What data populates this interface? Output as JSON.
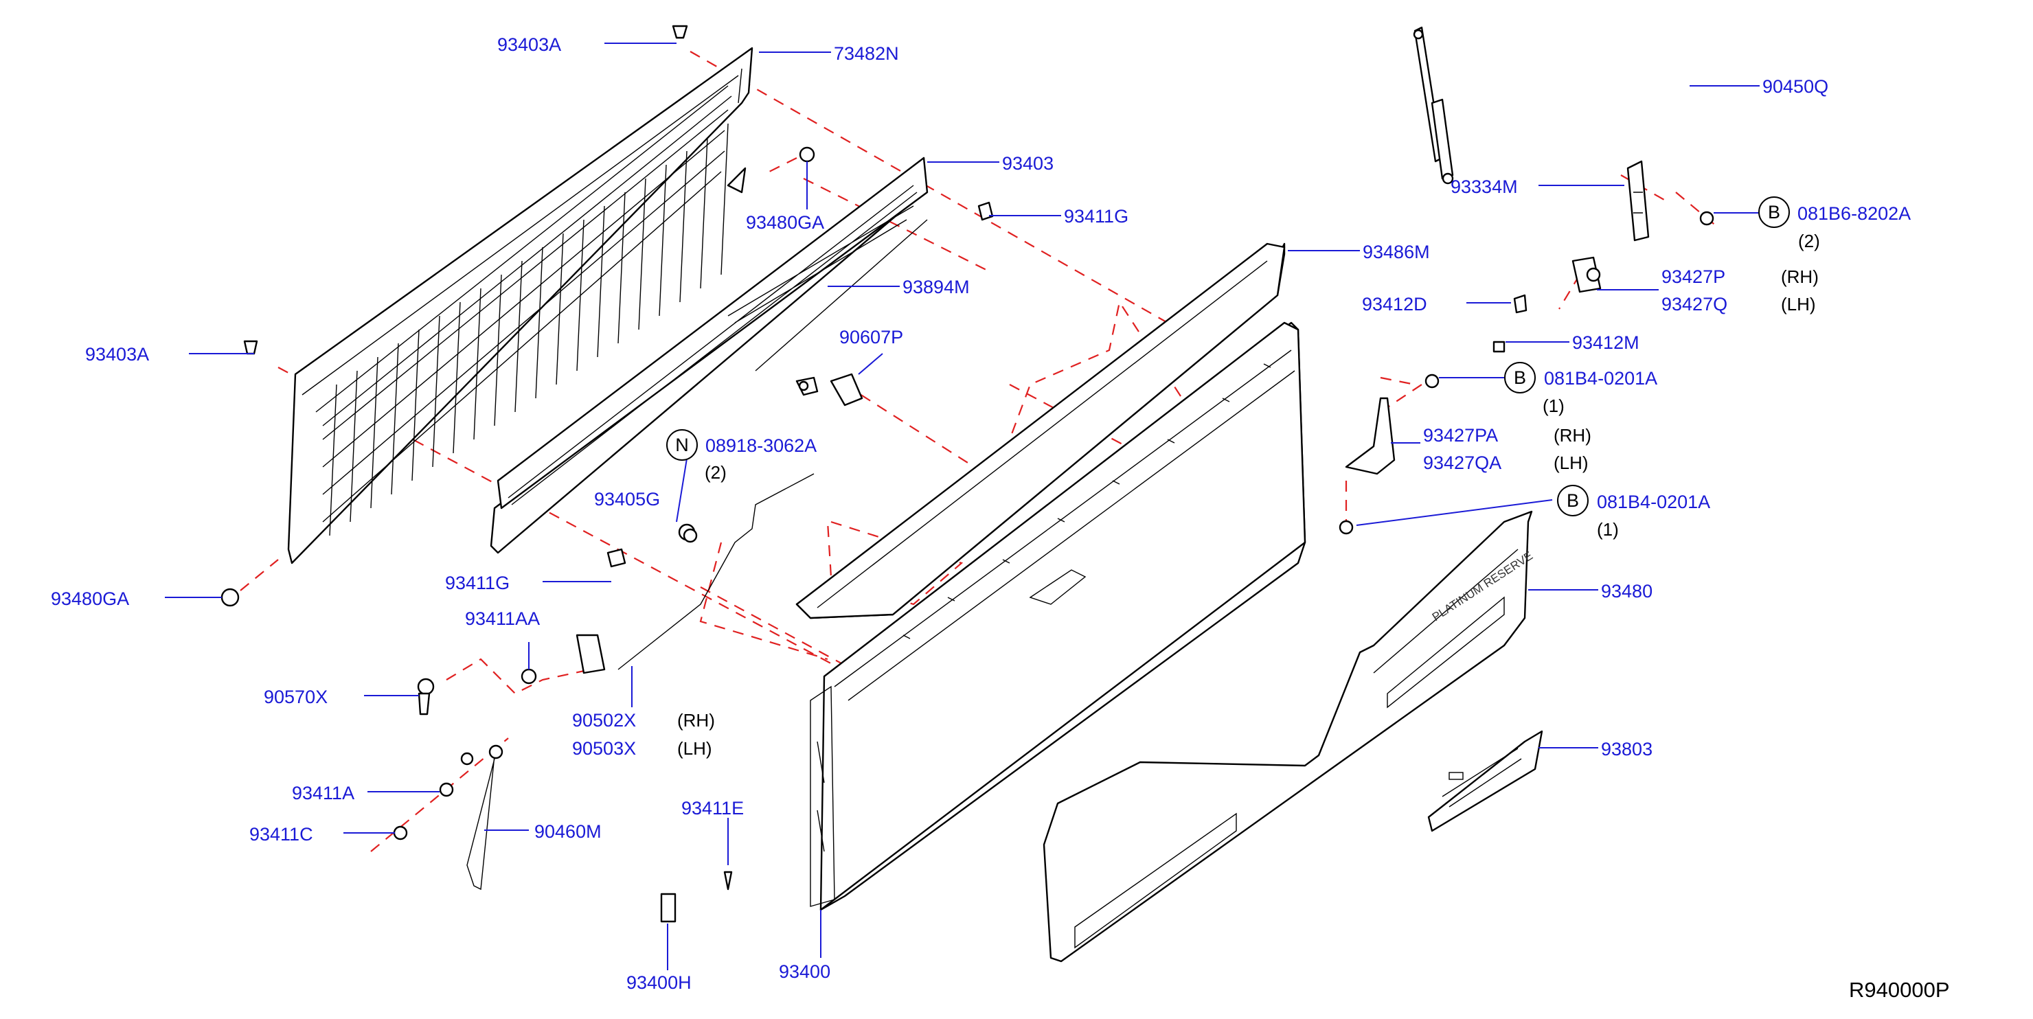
{
  "diagram": {
    "reference_code": "R940000P",
    "callouts": [
      {
        "id": "c1",
        "part": "93403A",
        "note": ""
      },
      {
        "id": "c2",
        "part": "73482N",
        "note": ""
      },
      {
        "id": "c3",
        "part": "93480GA",
        "note": ""
      },
      {
        "id": "c4",
        "part": "93403",
        "note": ""
      },
      {
        "id": "c5",
        "part": "93411G",
        "note": ""
      },
      {
        "id": "c6",
        "part": "93486M",
        "note": ""
      },
      {
        "id": "c7",
        "part": "93894M",
        "note": ""
      },
      {
        "id": "c8",
        "part": "93403A",
        "note": ""
      },
      {
        "id": "c9",
        "part": "90607P",
        "note": ""
      },
      {
        "id": "c10",
        "part": "08918-3062A",
        "note": "(2)",
        "circle": "N"
      },
      {
        "id": "c11",
        "part": "93405G",
        "note": ""
      },
      {
        "id": "c12",
        "part": "93411G",
        "note": ""
      },
      {
        "id": "c13",
        "part": "93480GA",
        "note": ""
      },
      {
        "id": "c14",
        "part": "93411AA",
        "note": ""
      },
      {
        "id": "c15",
        "part": "90570X",
        "note": ""
      },
      {
        "id": "c16",
        "part": "90502X",
        "note": "(RH)"
      },
      {
        "id": "c17",
        "part": "90503X",
        "note": "(LH)"
      },
      {
        "id": "c18",
        "part": "93411A",
        "note": ""
      },
      {
        "id": "c19",
        "part": "93411C",
        "note": ""
      },
      {
        "id": "c20",
        "part": "90460M",
        "note": ""
      },
      {
        "id": "c21",
        "part": "93411E",
        "note": ""
      },
      {
        "id": "c22",
        "part": "93400H",
        "note": ""
      },
      {
        "id": "c23",
        "part": "93400",
        "note": ""
      },
      {
        "id": "c24",
        "part": "90450Q",
        "note": ""
      },
      {
        "id": "c25",
        "part": "93334M",
        "note": ""
      },
      {
        "id": "c26",
        "part": "081B6-8202A",
        "note": "(2)",
        "circle": "B"
      },
      {
        "id": "c27",
        "part": "93427P",
        "note": "(RH)"
      },
      {
        "id": "c28",
        "part": "93427Q",
        "note": "(LH)"
      },
      {
        "id": "c29",
        "part": "93412D",
        "note": ""
      },
      {
        "id": "c30",
        "part": "93412M",
        "note": ""
      },
      {
        "id": "c31",
        "part": "081B4-0201A",
        "note": "(1)",
        "circle": "B"
      },
      {
        "id": "c32",
        "part": "93427PA",
        "note": "(RH)"
      },
      {
        "id": "c33",
        "part": "93427QA",
        "note": "(LH)"
      },
      {
        "id": "c34",
        "part": "081B4-0201A",
        "note": "(1)",
        "circle": "B"
      },
      {
        "id": "c35",
        "part": "93480",
        "note": ""
      },
      {
        "id": "c36",
        "part": "93803",
        "note": ""
      }
    ],
    "badge_text": "PLATINUM RESERVE",
    "colors": {
      "callout_text": "#1a1ad6",
      "leader_line": "#1a1ad6",
      "explode_line": "#e02020",
      "part_outline": "#000000"
    }
  }
}
